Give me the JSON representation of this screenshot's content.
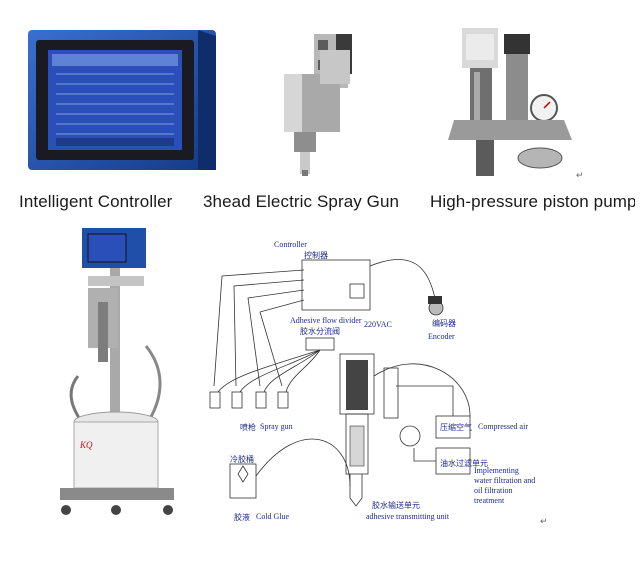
{
  "captions": {
    "controller": "Intelligent Controller",
    "spray_gun": "3head Electric Spray Gun",
    "pump": "High-pressure piston pump"
  },
  "return_mark": "↵",
  "diagram": {
    "controller_en": "Controller",
    "controller_cn": "控制器",
    "divider_label": "Adhesive flow divider",
    "divider_cn": "胶水分流阀",
    "voltage": "220VAC",
    "encoder_en": "Encoder",
    "encoder_cn": "编码器",
    "spray_gun_cn": "喷枪",
    "spray_gun_en": "Spray gun",
    "compressed_air_cn": "压缩空气",
    "compressed_air_en": "Compressed air",
    "filter_cn": "油水过滤单元",
    "filter_en_1": "Implementing",
    "filter_en_2": "water filtration and",
    "filter_en_3": "oil filtration",
    "filter_en_4": "treatment",
    "transmit_cn": "胶水输送单元",
    "transmit_en": "adhesive transmitting unit",
    "glue_tank_cn": "冷胶桶",
    "glue_cn": "胶液",
    "cold_glue_en": "Cold Glue"
  },
  "colors": {
    "diagram_text": "#1e2a8c",
    "controller_blue": "#1f4fa8",
    "screen": "#2a4fb8"
  }
}
